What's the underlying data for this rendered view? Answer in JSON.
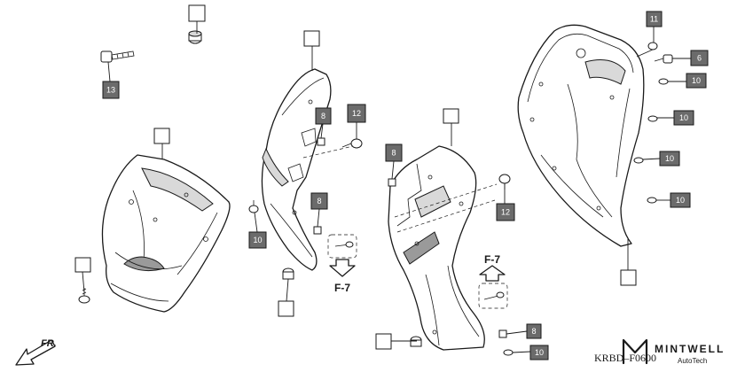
{
  "callouts": {
    "c11": "11",
    "c6": "6",
    "c10a": "10",
    "c10b": "10",
    "c10c": "10",
    "c10d": "10",
    "c13": "13",
    "c8a": "8",
    "c12a": "12",
    "c8b": "8",
    "c8c": "8",
    "c12b": "12",
    "c10e": "10",
    "c8d": "8",
    "c10f": "10"
  },
  "refs": {
    "f7_left": "F-7",
    "f7_right": "F-7"
  },
  "direction": {
    "label": "FR."
  },
  "footer": {
    "diagram_code": "KRBD–F0600",
    "brand_name": "MINTWELL",
    "brand_tagline": "AutoTech"
  },
  "colors": {
    "line": "#1a1a1a",
    "callout_fill": "#6b6b6b",
    "background": "#ffffff"
  }
}
